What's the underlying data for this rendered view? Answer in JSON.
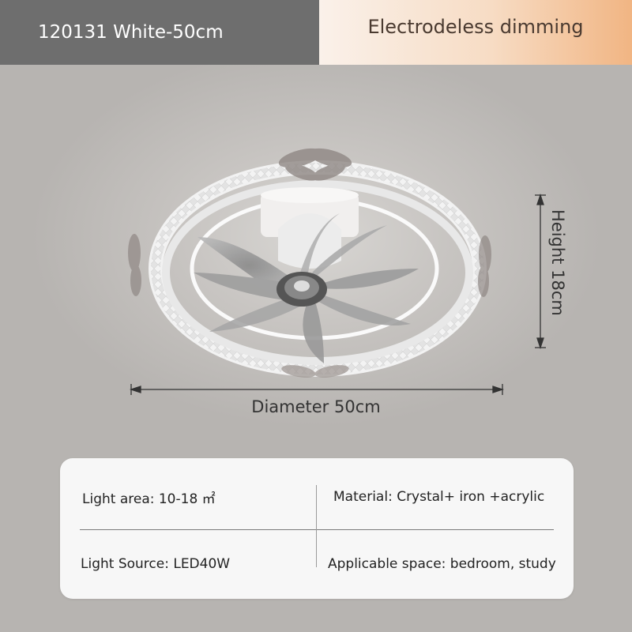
{
  "header": {
    "variant_label": "120131 White-50cm",
    "feature_label": "Electrodeless dimming"
  },
  "dimensions": {
    "diameter_label": "Diameter 50cm",
    "height_label": "Height 18cm"
  },
  "specs": {
    "light_area": "Light area: 10-18 ㎡",
    "material": "Material: Crystal+ iron +acrylic",
    "light_source": "Light Source: LED40W",
    "applicable_space": "Applicable space: bedroom, study"
  },
  "colors": {
    "header_gray": "#6e6e6e",
    "header_warm": "#f1b583",
    "card_bg": "#f7f7f7"
  }
}
